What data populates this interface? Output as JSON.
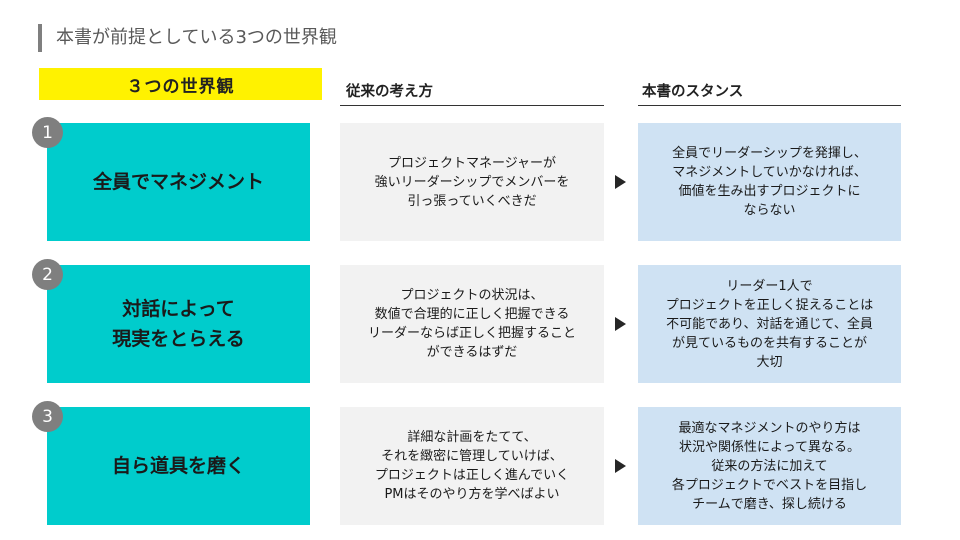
{
  "title": "本書が前提としている3つの世界観",
  "tag_label": "３つの世界観",
  "column_headers": {
    "conventional": "従来の考え方",
    "stance": "本書のスタンス"
  },
  "rows": [
    {
      "number": "1",
      "heading": [
        "全員でマネジメント"
      ],
      "conventional": [
        "プロジェクトマネージャーが",
        "強いリーダーシップでメンバーを",
        "引っ張っていくべきだ"
      ],
      "stance": [
        "全員でリーダーシップを発揮し、",
        "マネジメントしていかなければ、",
        "価値を生み出すプロジェクトに",
        "ならない"
      ]
    },
    {
      "number": "2",
      "heading": [
        "対話によって",
        "現実をとらえる"
      ],
      "conventional": [
        "プロジェクトの状況は、",
        "数値で合理的に正しく把握できる",
        "リーダーならば正しく把握すること",
        "ができるはずだ"
      ],
      "stance": [
        "リーダー1人で",
        "プロジェクトを正しく捉えることは",
        "不可能であり、対話を通じて、全員",
        "が見ているものを共有することが",
        "大切"
      ]
    },
    {
      "number": "3",
      "heading": [
        "自ら道具を磨く"
      ],
      "conventional": [
        "詳細な計画をたてて、",
        "それを緻密に管理していけば、",
        "プロジェクトは正しく進んでいく",
        "PMはそのやり方を学べばよい"
      ],
      "stance": [
        "最適なマネジメントのやり方は",
        "状況や関係性によって異なる。",
        "従来の方法に加えて",
        "各プロジェクトでベストを目指し",
        "チームで磨き、探し続ける"
      ]
    }
  ],
  "colors": {
    "teal": "#00cccc",
    "yellow": "#fff200",
    "gray_box": "#f2f2f2",
    "blue_box": "#cfe2f3",
    "badge": "#7f7f7f"
  }
}
